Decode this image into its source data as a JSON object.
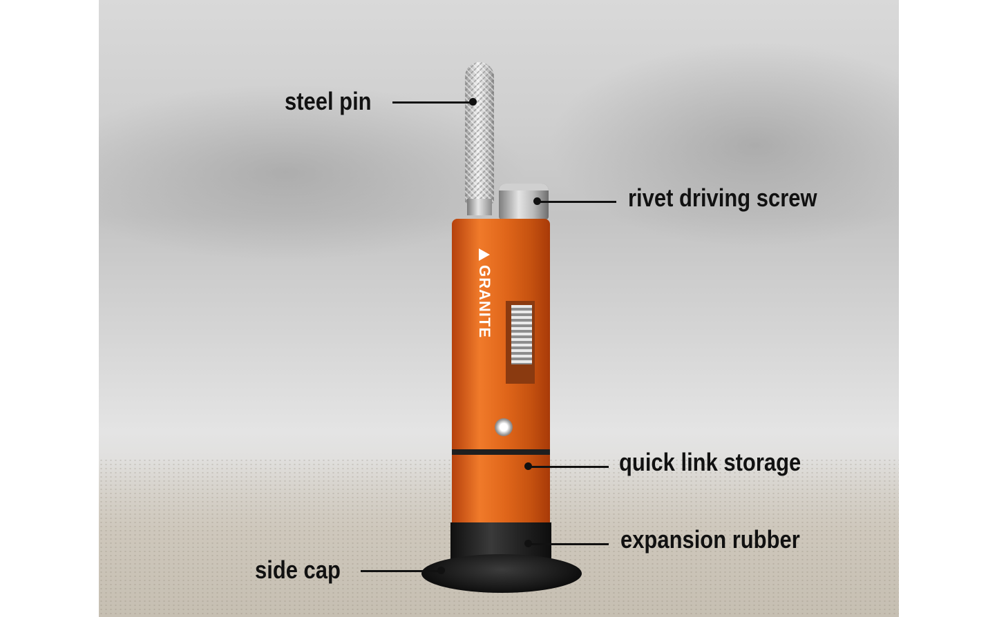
{
  "image": {
    "subject": "orange bicycle chain tool",
    "brand_logo": "GRANITE",
    "accent_color": "#e8661e"
  },
  "callouts": {
    "steel_pin": "steel pin",
    "rivet_driving_screw": "rivet driving screw",
    "quick_link_storage": "quick link storage",
    "expansion_rubber": "expansion rubber",
    "side_cap": "side cap"
  }
}
